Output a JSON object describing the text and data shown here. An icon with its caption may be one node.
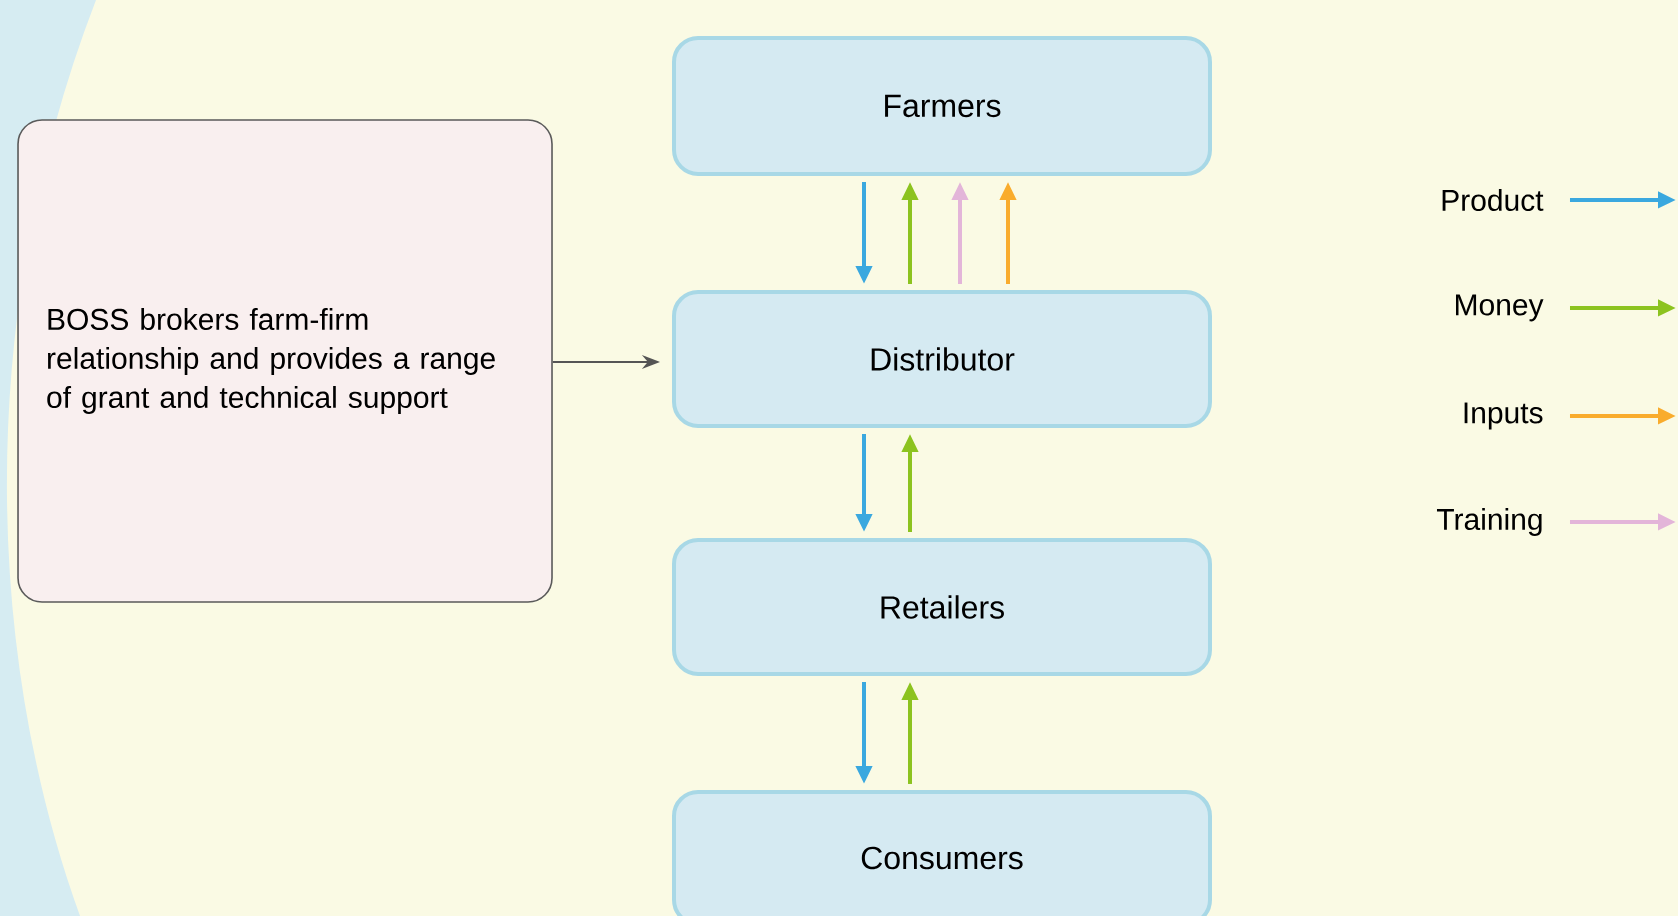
{
  "diagram": {
    "nodes": [
      {
        "text": [
          "BOSS brokers farm-firm relationship and provides a range of grant and technical support"
        ]
      },
      {
        "text": [
          "Farmers"
        ]
      },
      {
        "text": [
          "Distributor"
        ]
      },
      {
        "text": [
          "Retailers"
        ]
      },
      {
        "text": [
          "Consumers"
        ]
      }
    ],
    "edges": [
      {
        "from": 0,
        "to": 2,
        "arrow": "to",
        "color": "#555555"
      },
      {
        "from": 1,
        "to": 2,
        "arrow": "to",
        "color": "#3aa8df"
      },
      {
        "from": 2,
        "to": 1,
        "arrow": "to",
        "color": "#8cc31f"
      },
      {
        "from": 2,
        "to": 1,
        "arrow": "to",
        "color": "#e3b5d9"
      },
      {
        "from": 2,
        "to": 1,
        "arrow": "to",
        "color": "#f9ac2d"
      },
      {
        "from": 2,
        "to": 3,
        "arrow": "to",
        "color": "#3aa8df"
      },
      {
        "from": 3,
        "to": 2,
        "arrow": "to",
        "color": "#8cc31f"
      },
      {
        "from": 3,
        "to": 4,
        "arrow": "to",
        "color": "#3aa8df"
      },
      {
        "from": 4,
        "to": 3,
        "arrow": "to",
        "color": "#8cc31f"
      }
    ],
    "legend": [
      {
        "text": "Product"
      },
      {
        "text": "Money"
      },
      {
        "text": "Inputs"
      },
      {
        "text": "Training"
      }
    ]
  }
}
